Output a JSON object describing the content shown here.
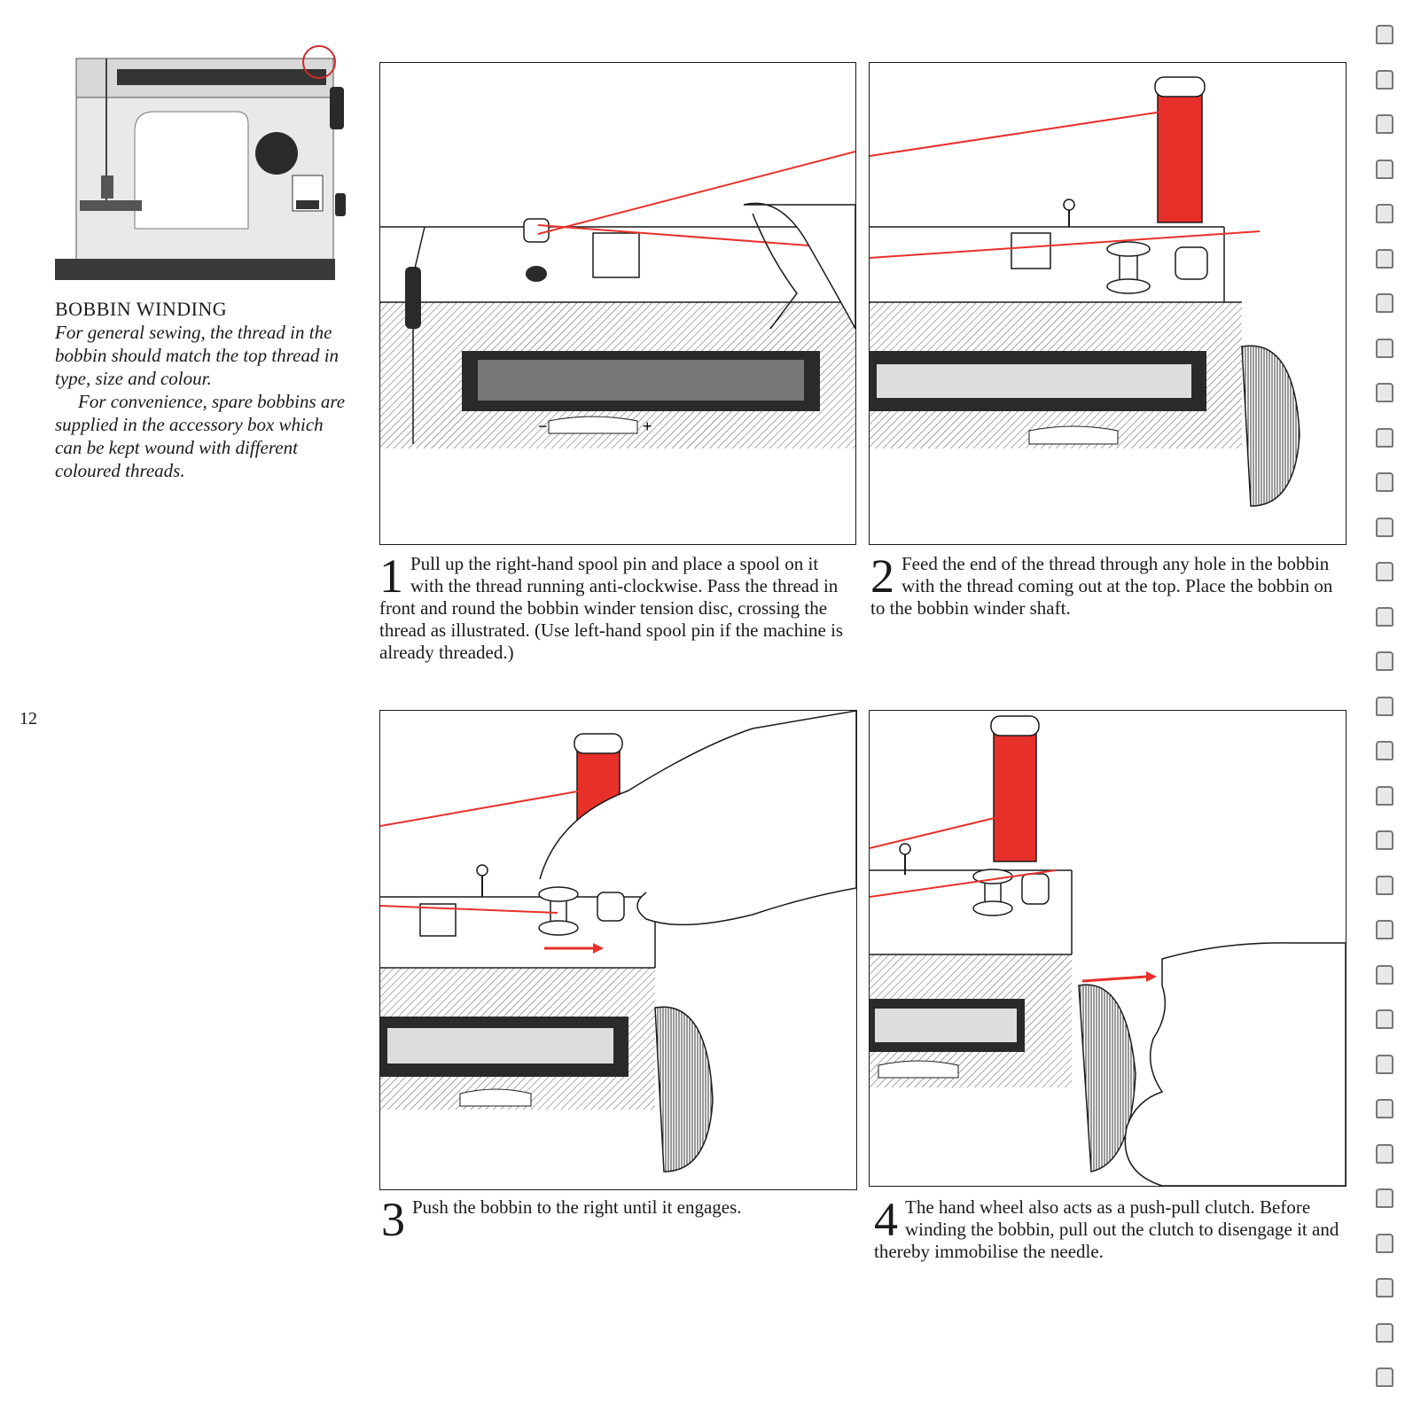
{
  "intro": {
    "heading": "BOBBIN WINDING",
    "para1": "For general sewing, the thread in the bobbin should match the top thread in type, size and colour.",
    "para2": "For convenience, spare bobbins are supplied in the accessory box which can be kept wound with different coloured threads."
  },
  "page_number": "12",
  "steps": [
    {
      "number": "1",
      "text": "Pull up the right-hand spool pin and place a spool on it with the thread running anti-clockwise. Pass the thread in front and round the bobbin winder tension disc, crossing the thread as illustrated. (Use left-hand spool pin if the machine is already threaded.)"
    },
    {
      "number": "2",
      "text": "Feed the end of the thread through any hole in the bobbin with the thread coming out at the top. Place the bobbin on to the bobbin winder shaft."
    },
    {
      "number": "3",
      "text": "Push the bobbin to the right until it engages."
    },
    {
      "number": "4",
      "text": "The hand wheel also acts as a push-pull clutch. Before winding the bobbin, pull out the clutch to disengage it and thereby immobilise the needle."
    }
  ],
  "colors": {
    "thread": "#e8302a",
    "ink": "#1a1a1a",
    "highlight_ring": "#d42a2a"
  }
}
